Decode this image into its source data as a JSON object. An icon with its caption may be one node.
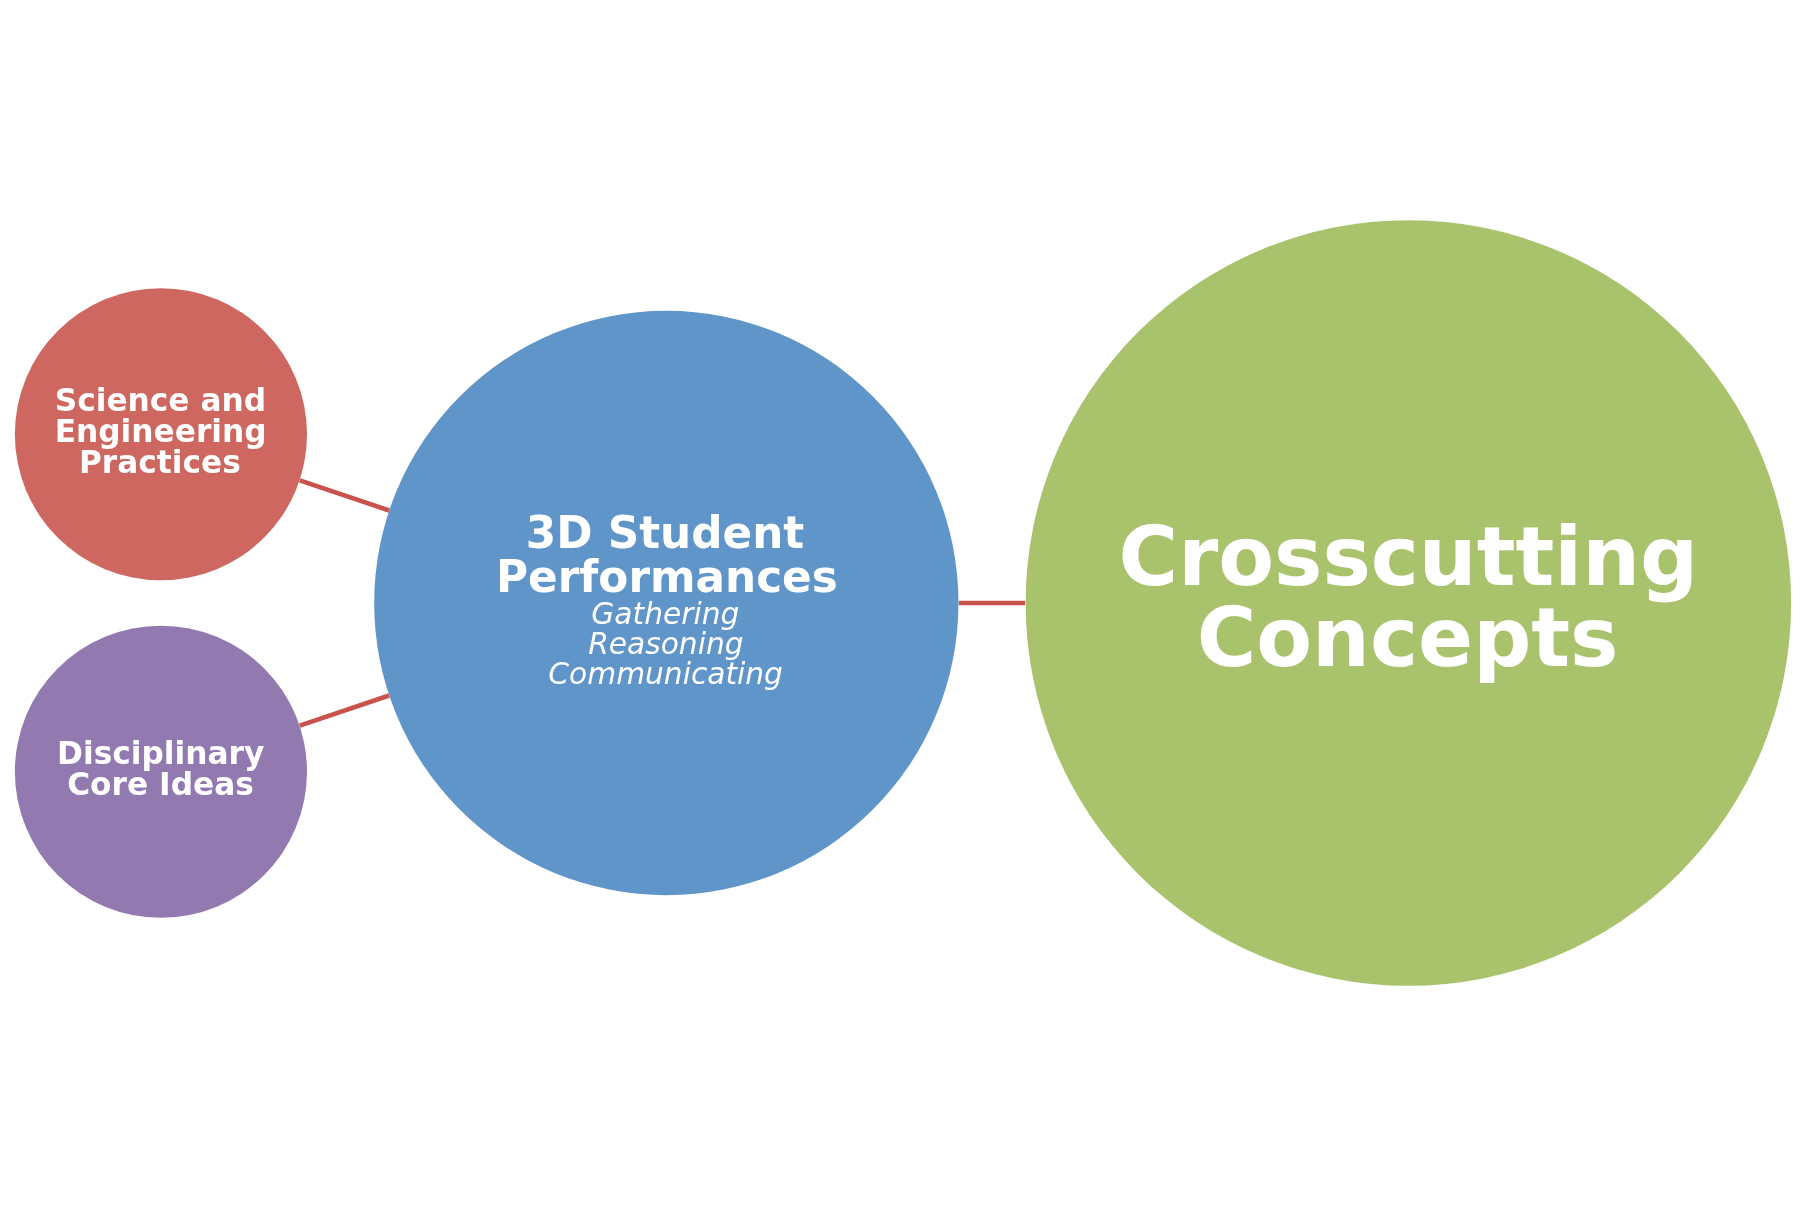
{
  "diagram": {
    "nodes": [
      {
        "text": [
          "Science and Engineering Practices"
        ]
      },
      {
        "text": [
          "3D Student Performances",
          "Gathering",
          "Reasoning",
          "Communicating"
        ]
      },
      {
        "text": [
          "Crosscutting Concepts"
        ]
      },
      {
        "text": [
          "Disciplinary Core Ideas"
        ]
      }
    ],
    "edges": [
      {
        "from": 0,
        "to": 1,
        "arrow": "none"
      },
      {
        "from": 1,
        "to": 2,
        "arrow": "none"
      },
      {
        "from": 3,
        "to": 1,
        "arrow": "none"
      }
    ]
  }
}
